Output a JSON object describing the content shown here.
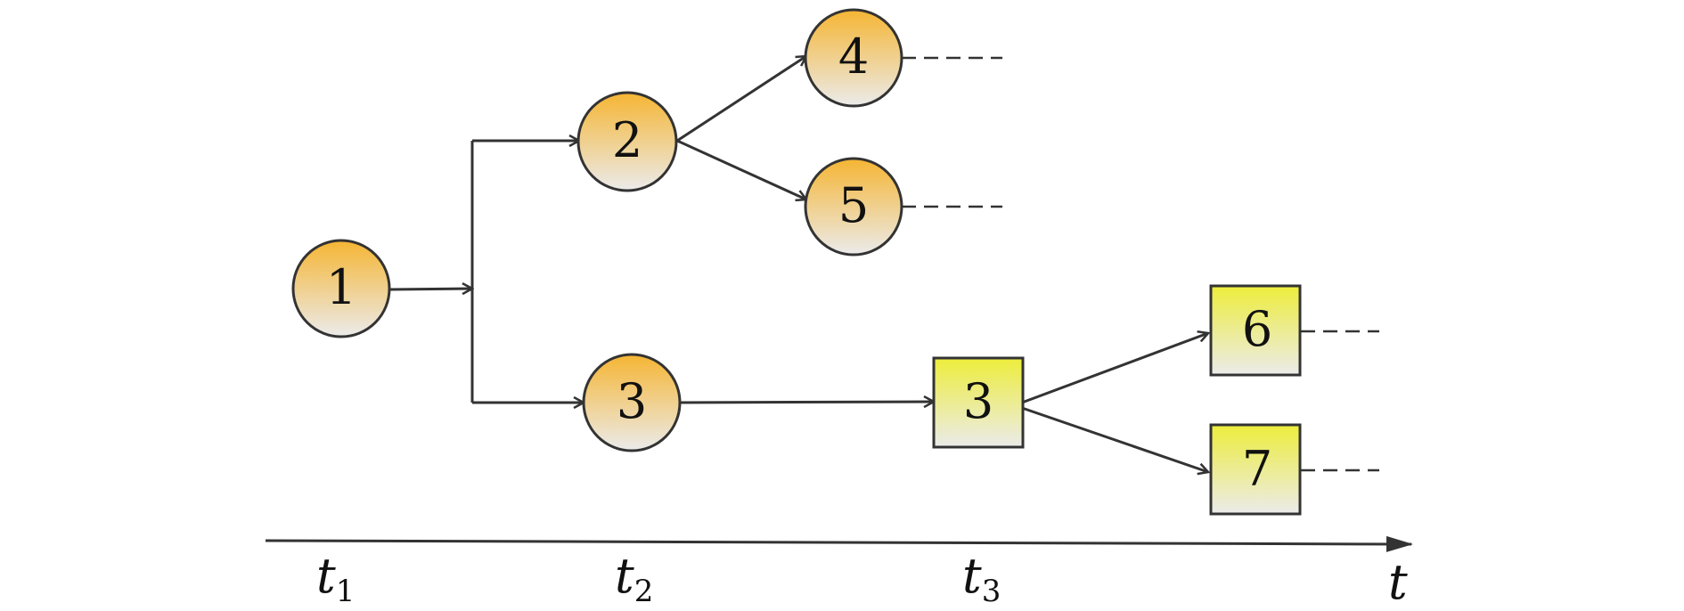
{
  "colors": {
    "circle_top": "#f5b533",
    "circle_bottom": "#ebebeb",
    "square_top": "#eded3c",
    "square_bottom": "#ebebeb",
    "stroke": "#333333"
  },
  "nodes": {
    "n1": "1",
    "n2": "2",
    "n3": "3",
    "n4": "4",
    "n5": "5",
    "s3": "3",
    "s6": "6",
    "s7": "7"
  },
  "axis": {
    "t1_base": "t",
    "t1_sub": "1",
    "t2_base": "t",
    "t2_sub": "2",
    "t3_base": "t",
    "t3_sub": "3",
    "end_label": "t"
  }
}
